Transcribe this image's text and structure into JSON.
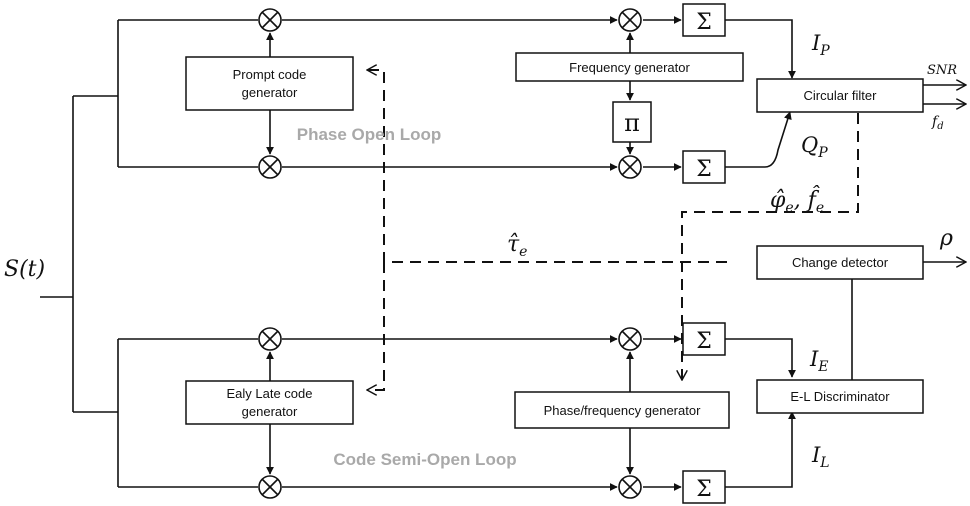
{
  "blocks": {
    "prompt_code_gen": [
      "Prompt code",
      "generator"
    ],
    "early_late_code_gen": [
      "Ealy Late code",
      "generator"
    ],
    "frequency_gen": "Frequency generator",
    "phase_freq_gen": "Phase/frequency generator",
    "circular_filter": "Circular filter",
    "change_detector": "Change detector",
    "el_discriminator": "E-L Discriminator",
    "pi_shift": "π",
    "sum_symbol": "Σ"
  },
  "loops": {
    "phase_open": "Phase Open Loop",
    "code_semi_open": "Code Semi-Open Loop"
  },
  "signals": {
    "input": "S(t)",
    "ip": {
      "main": "I",
      "sub": "P"
    },
    "qp": {
      "main": "Q",
      "sub": "P"
    },
    "ie": {
      "main": "I",
      "sub": "E"
    },
    "il": {
      "main": "I",
      "sub": "L"
    },
    "snr": "SNR",
    "fd": {
      "main": "f",
      "sub": "d"
    },
    "rho": "ρ",
    "tau_e": {
      "main": "τ̂",
      "sub": "e"
    },
    "phi_f_e": {
      "phi": "φ̂",
      "f": "f̂",
      "sub": "e"
    }
  }
}
